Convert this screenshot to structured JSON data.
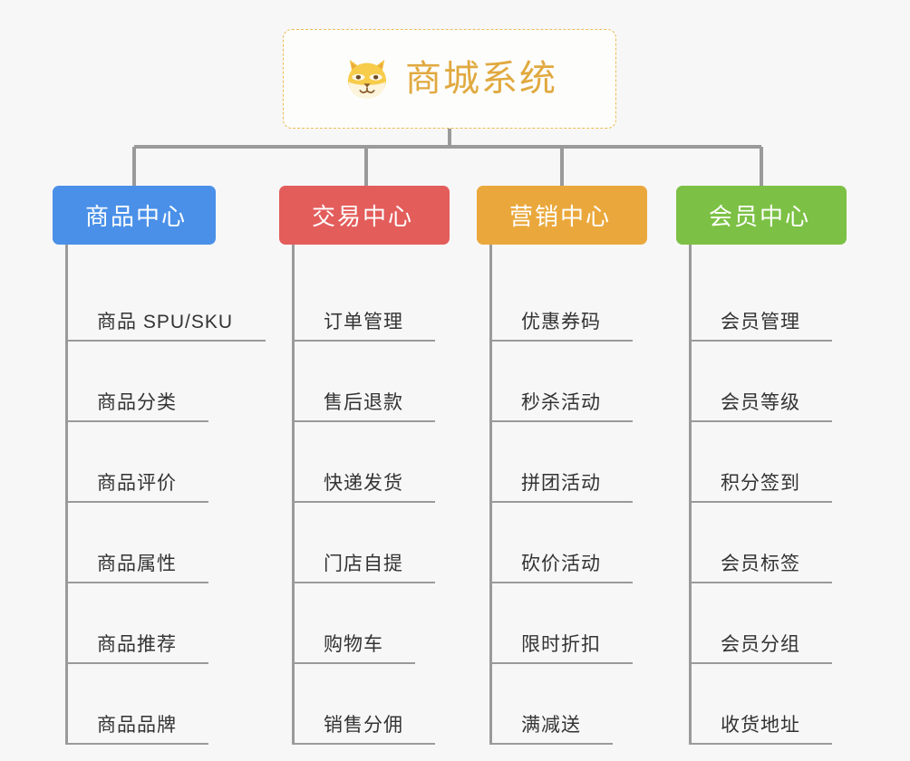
{
  "diagram": {
    "title": "商城系统",
    "root_icon": "shiba-dog-face-icon",
    "background_color": "#f7f7f7",
    "root": {
      "label": "商城系统",
      "text_color": "#e0a93f",
      "border_color": "#eebb55",
      "fill_color": "#fdfdfc"
    },
    "connector_color": "#9a9a9a",
    "columns": [
      {
        "label": "商品中心",
        "color": "#4a90e8",
        "items": [
          "商品 SPU/SKU",
          "商品分类",
          "商品评价",
          "商品属性",
          "商品推荐",
          "商品品牌"
        ]
      },
      {
        "label": "交易中心",
        "color": "#e35d5b",
        "items": [
          "订单管理",
          "售后退款",
          "快递发货",
          "门店自提",
          "购物车",
          "销售分佣"
        ]
      },
      {
        "label": "营销中心",
        "color": "#eaa83c",
        "items": [
          "优惠券码",
          "秒杀活动",
          "拼团活动",
          "砍价活动",
          "限时折扣",
          "满减送"
        ]
      },
      {
        "label": "会员中心",
        "color": "#7cc145",
        "items": [
          "会员管理",
          "会员等级",
          "积分签到",
          "会员标签",
          "会员分组",
          "收货地址"
        ]
      }
    ]
  }
}
